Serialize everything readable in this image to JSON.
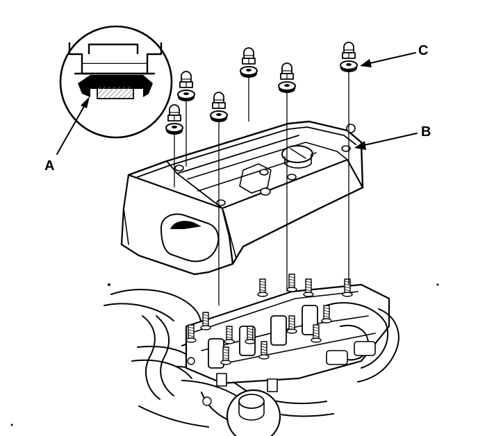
{
  "callouts": {
    "a": "A",
    "b": "B",
    "c": "C"
  },
  "colors": {
    "ink": "#000000",
    "paper": "#ffffff",
    "hatch": "#7a7a7a"
  }
}
